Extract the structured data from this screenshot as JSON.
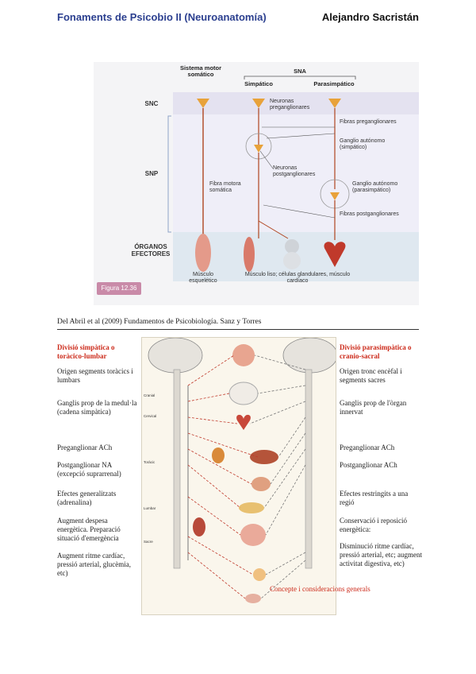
{
  "header": {
    "title": "Fonaments de Psicobio II (Neuroanatomía)",
    "author": "Alejandro Sacristán"
  },
  "figure1": {
    "top_labels": {
      "somatic": "Sistema motor somático",
      "sna": "SNA",
      "sympathetic": "Simpático",
      "parasympathetic": "Parasimpático"
    },
    "rows": {
      "snc": "SNC",
      "snp": "SNP",
      "organs": "ÓRGANOS EFECTORES"
    },
    "annotations": {
      "preganglionic_neurons": "Neuronas preganglionares",
      "preganglionic_fibers": "Fibras preganglionares",
      "symp_ganglion": "Ganglio autónomo (simpático)",
      "postganglionic_neurons": "Neuronas postganglionares",
      "motor_fiber": "Fibra motora somática",
      "para_ganglion": "Ganglio autónomo (parasimpático)",
      "postganglionic_fibers": "Fibras postganglionares"
    },
    "organs": {
      "skeletal": "Músculo esquelético",
      "smooth": "Músculo liso; células glandulares, músculo cardíaco"
    },
    "tag": "Figura 12.36"
  },
  "citation": "Del Abril et al (2009) Fundamentos de Psicobiología. Sanz y Torres",
  "figure2": {
    "left": {
      "heading": "Divisió simpàtica o toràcico-lumbar",
      "items": [
        "Origen segments toràcics i lumbars",
        "Ganglis prop de la medul·la (cadena simpàtica)",
        "Preganglionar ACh",
        "Postganglionar NA (excepció suprarrenal)",
        "Efectes generalitzats (adrenalina)",
        "Augment despesa energètica. Preparació situació d'emergència",
        "Augment ritme cardíac, pressió arterial, glucèmia, etc)"
      ]
    },
    "right": {
      "heading": "Divisió parasimpàtica o cranio-sacral",
      "items": [
        "Origen tronc encèfal i segments sacres",
        "Ganglis prop de l'òrgan innervat",
        "Preganglionar ACh",
        "Postganglionar ACh",
        "Efectes restringits a una regió",
        "Conservació i reposició energètica:",
        "Disminució ritme cardíac, pressió arterial, etc; augment activitat digestiva, etc)"
      ]
    },
    "conclusion": "Concepte i consideracions generals",
    "spine_labels": [
      "Cranial",
      "Cervical",
      "Toràcic",
      "Lumbar",
      "Sacre"
    ]
  },
  "colors": {
    "header_title": "#2b3f8f",
    "heading_red": "#cc2a1a",
    "neuron": "#e8a23a",
    "fiber_red": "#c0392b"
  }
}
